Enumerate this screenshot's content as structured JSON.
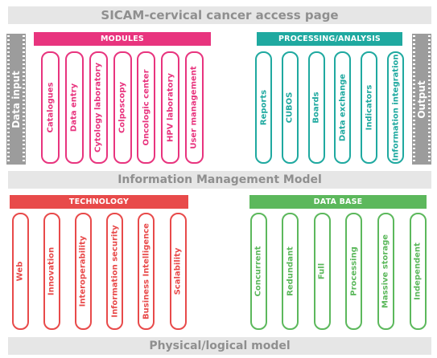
{
  "title": "SICAM-cervical cancer access page",
  "middle_band": "Information Management Model",
  "bottom_band": "Physical/logical model",
  "input_label": "Data input",
  "output_label": "Output",
  "colors": {
    "band_bg": "#e6e6e6",
    "band_text": "#8f8f8f",
    "io_bg": "#9c9c9c",
    "modules": "#e8347e",
    "processing": "#1fa9a0",
    "technology": "#e84a4a",
    "database": "#5cb85c"
  },
  "modules": {
    "label": "MODULES",
    "items": [
      "Catalogues",
      "Data entry",
      "Cytology laboratory",
      "Colposcopy",
      "Oncologic center",
      "HPV laboratory",
      "User management"
    ]
  },
  "processing": {
    "label": "PROCESSING/ANALYSIS",
    "items": [
      "Reports",
      "CUBOS",
      "Boards",
      "Data exchange",
      "Indicators",
      "Information integration"
    ]
  },
  "technology": {
    "label": "TECHNOLOGY",
    "items": [
      "Web",
      "Innovation",
      "Interoperability",
      "Information security",
      "Business Intelligence",
      "Scalability"
    ]
  },
  "database": {
    "label": "DATA BASE",
    "items": [
      "Concurrent",
      "Redundant",
      "Full",
      "Processing",
      "Massive storage",
      "Independent"
    ]
  }
}
